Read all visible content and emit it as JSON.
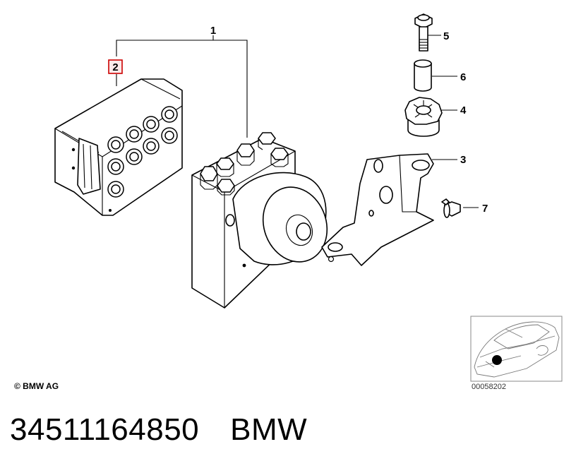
{
  "callouts": [
    {
      "id": "1",
      "text": "1"
    },
    {
      "id": "2",
      "text": "2"
    },
    {
      "id": "3",
      "text": "3"
    },
    {
      "id": "4",
      "text": "4"
    },
    {
      "id": "5",
      "text": "5"
    },
    {
      "id": "6",
      "text": "6"
    },
    {
      "id": "7",
      "text": "7"
    }
  ],
  "highlight_color": "#cc0000",
  "copyright": "© BMW AG",
  "reference_number": "00058202",
  "part_number": "34511164850",
  "brand": "BMW"
}
